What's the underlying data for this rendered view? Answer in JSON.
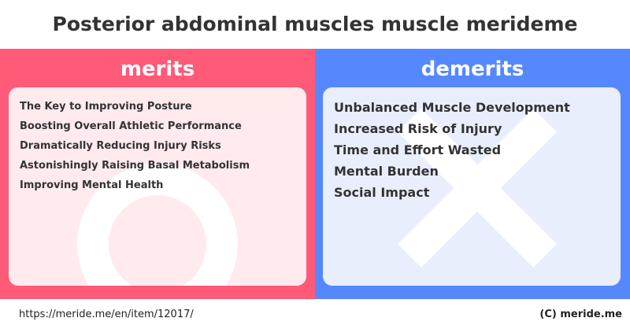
{
  "title": "Posterior abdominal muscles muscle merideme",
  "merits": {
    "heading": "merits",
    "items": [
      "The Key to Improving Posture",
      "Boosting Overall Athletic Performance",
      "Dramatically Reducing Injury Risks",
      "Astonishingly Raising Basal Metabolism",
      "Improving Mental Health"
    ]
  },
  "demerits": {
    "heading": "demerits",
    "items": [
      "Unbalanced Muscle Development",
      "Increased Risk of Injury",
      "Time and Effort Wasted",
      "Mental Burden",
      "Social Impact"
    ]
  },
  "footer": {
    "url": "https://meride.me/en/item/12017/",
    "copyright": "(C) meride.me"
  },
  "colors": {
    "merits": "#ff5a78",
    "demerits": "#5588ff"
  }
}
